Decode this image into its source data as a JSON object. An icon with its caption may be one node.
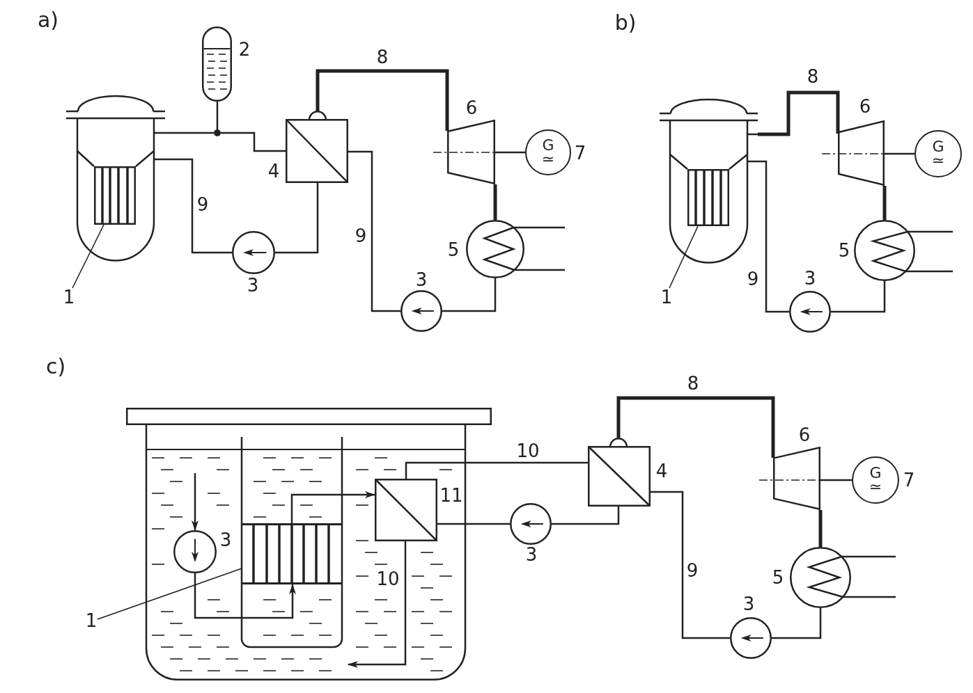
{
  "diagram": {
    "nodes": [
      {
        "text": [],
        "shape": "vessel"
      },
      {
        "text": [],
        "shape": "box",
        "in": 0
      },
      {
        "text": [
          "1"
        ]
      },
      {
        "text": [],
        "shape": "capsule"
      },
      {
        "text": [],
        "shape": "dot"
      },
      {
        "text": [],
        "shape": "box"
      },
      {
        "text": [],
        "shape": "circle"
      },
      {
        "text": [],
        "shape": "trapezoid"
      },
      {
        "text": [
          "G",
          "≃"
        ]
      },
      {
        "text": [],
        "shape": "circle"
      },
      {
        "text": [],
        "shape": "circle"
      },
      {
        "text": [],
        "shape": "vessel"
      },
      {
        "text": [],
        "shape": "box",
        "in": 11
      },
      {
        "text": [
          "1"
        ]
      },
      {
        "text": [],
        "shape": "trapezoid"
      },
      {
        "text": [
          "G",
          "≃"
        ]
      },
      {
        "text": [],
        "shape": "circle"
      },
      {
        "text": [],
        "shape": "circle"
      },
      {
        "text": [],
        "shape": "tank"
      },
      {
        "text": [],
        "shape": "box",
        "in": 18
      },
      {
        "text": [],
        "shape": "circle",
        "in": 18
      },
      {
        "text": [],
        "shape": "box",
        "in": 18
      },
      {
        "text": [
          "1"
        ]
      },
      {
        "text": [],
        "shape": "box"
      },
      {
        "text": [],
        "shape": "circle"
      },
      {
        "text": [],
        "shape": "trapezoid"
      },
      {
        "text": [
          "G",
          "≃"
        ]
      },
      {
        "text": [],
        "shape": "circle"
      },
      {
        "text": [],
        "shape": "circle"
      }
    ],
    "edges": [
      {
        "from": 0,
        "to": 4,
        "arrow": "none"
      },
      {
        "from": 4,
        "to": 5,
        "arrow": "none"
      },
      {
        "from": 3,
        "to": 4,
        "arrow": "none"
      },
      {
        "from": 5,
        "to": 6,
        "arrow": "none"
      },
      {
        "from": 6,
        "to": 0,
        "arrow": "none",
        "label": "9"
      },
      {
        "from": 5,
        "to": 7,
        "arrow": "none",
        "label": "8",
        "style": "thick"
      },
      {
        "from": 7,
        "to": 8,
        "arrow": "none"
      },
      {
        "from": 7,
        "to": 9,
        "arrow": "none",
        "style": "thick"
      },
      {
        "from": 9,
        "to": 10,
        "arrow": "none"
      },
      {
        "from": 10,
        "to": 5,
        "arrow": "none",
        "label": "9"
      },
      {
        "from": 9,
        "to": null,
        "arrow": "none"
      },
      {
        "from": 9,
        "to": null,
        "arrow": "none"
      },
      {
        "from": 2,
        "to": 1,
        "arrow": "none"
      },
      {
        "from": 11,
        "to": 14,
        "arrow": "none",
        "label": "8",
        "style": "thick"
      },
      {
        "from": 14,
        "to": 15,
        "arrow": "none"
      },
      {
        "from": 14,
        "to": 16,
        "arrow": "none",
        "style": "thick"
      },
      {
        "from": 16,
        "to": 17,
        "arrow": "none"
      },
      {
        "from": 17,
        "to": 11,
        "arrow": "none",
        "label": "9"
      },
      {
        "from": 16,
        "to": null,
        "arrow": "none"
      },
      {
        "from": 16,
        "to": null,
        "arrow": "none"
      },
      {
        "from": 13,
        "to": 12,
        "arrow": "none"
      },
      {
        "from": null,
        "to": 20,
        "arrow": "to"
      },
      {
        "from": 20,
        "to": 19,
        "arrow": "to"
      },
      {
        "from": 19,
        "to": 21,
        "arrow": "to"
      },
      {
        "from": 21,
        "to": null,
        "arrow": "to",
        "label": "10"
      },
      {
        "from": 21,
        "to": 23,
        "arrow": "none",
        "label": "10"
      },
      {
        "from": 23,
        "to": 24,
        "arrow": "none"
      },
      {
        "from": 24,
        "to": 21,
        "arrow": "none"
      },
      {
        "from": 23,
        "to": 25,
        "arrow": "none",
        "label": "8",
        "style": "thick"
      },
      {
        "from": 25,
        "to": 26,
        "arrow": "none"
      },
      {
        "from": 25,
        "to": 27,
        "arrow": "none",
        "style": "thick"
      },
      {
        "from": 27,
        "to": 28,
        "arrow": "none"
      },
      {
        "from": 28,
        "to": 23,
        "arrow": "none",
        "label": "9"
      },
      {
        "from": 27,
        "to": null,
        "arrow": "none"
      },
      {
        "from": 27,
        "to": null,
        "arrow": "none"
      },
      {
        "from": 22,
        "to": 19,
        "arrow": "none"
      }
    ],
    "labels": [
      "a)",
      "2",
      "6",
      "7",
      "4",
      "5",
      "3",
      "3",
      "b)",
      "6",
      "5",
      "3",
      "c)",
      "6",
      "4",
      "7",
      "11",
      "3",
      "3",
      "5",
      "3"
    ]
  }
}
